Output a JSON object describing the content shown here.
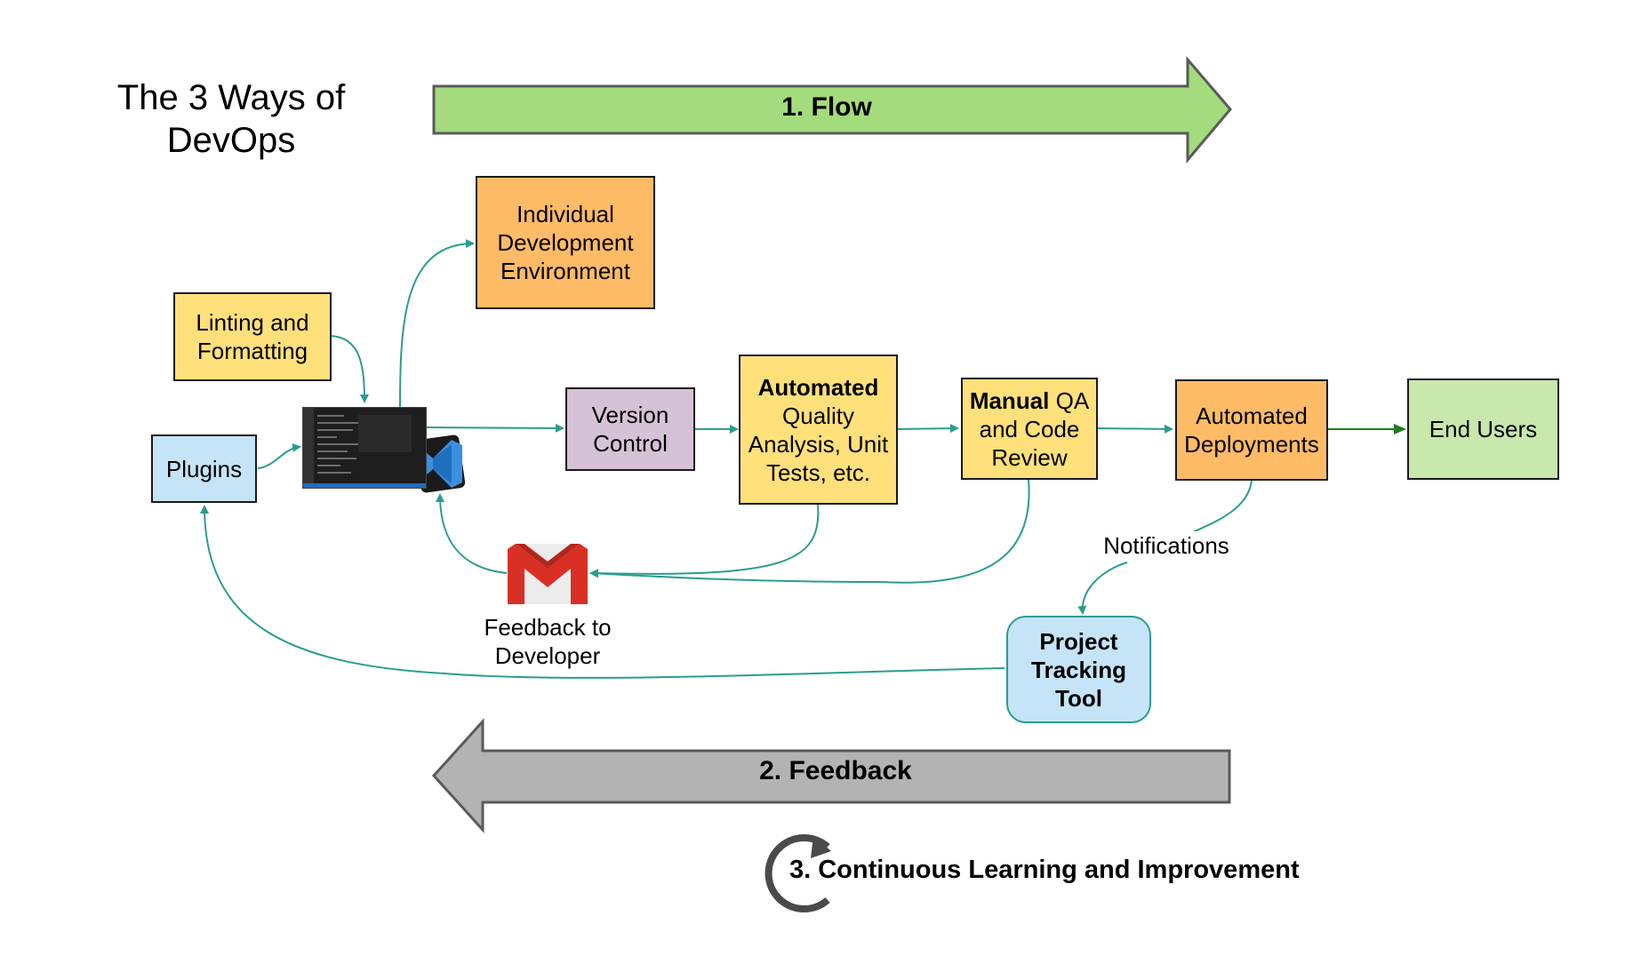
{
  "title": [
    "The 3 Ways of",
    "DevOps"
  ],
  "arrows": {
    "flow": "1. Flow",
    "feedback": "2.  Feedback",
    "learning": "3. Continuous Learning and  Improvement"
  },
  "boxes": {
    "individual_dev": [
      "Individual",
      "Development",
      "Environment"
    ],
    "linting": [
      "Linting and",
      "Formatting"
    ],
    "plugins": "Plugins",
    "version_control": [
      "Version",
      "Control"
    ],
    "automated_qa": {
      "bold": "Automated",
      "lines": [
        "Quality",
        "Analysis, Unit",
        "Tests, etc."
      ]
    },
    "manual_qa": {
      "bold": "Manual",
      "rest": " QA",
      "lines": [
        "and Code",
        "Review"
      ]
    },
    "automated_deploy": [
      "Automated",
      "Deployments"
    ],
    "end_users": "End Users",
    "project_tracking": [
      "Project",
      "Tracking",
      "Tool"
    ]
  },
  "labels": {
    "notifications": "Notifications",
    "feedback_to_dev": [
      "Feedback to",
      "Developer"
    ]
  },
  "icons": {
    "editor": "vscode-editor-icon",
    "mail": "gmail-icon",
    "cycle": "circular-arrow-icon"
  },
  "colors": {
    "flow_arrow": "#a4db7c",
    "feedback_arrow": "#b3b3b3",
    "connector": "#2a9d8f",
    "end_users_connector": "#1f7a1f",
    "yellow_box": "#ffe07a",
    "orange_box": "#ffbb66",
    "blue_box": "#c5e4f7",
    "purple_box": "#d6c2d6",
    "green_box": "#c8e8ad"
  }
}
